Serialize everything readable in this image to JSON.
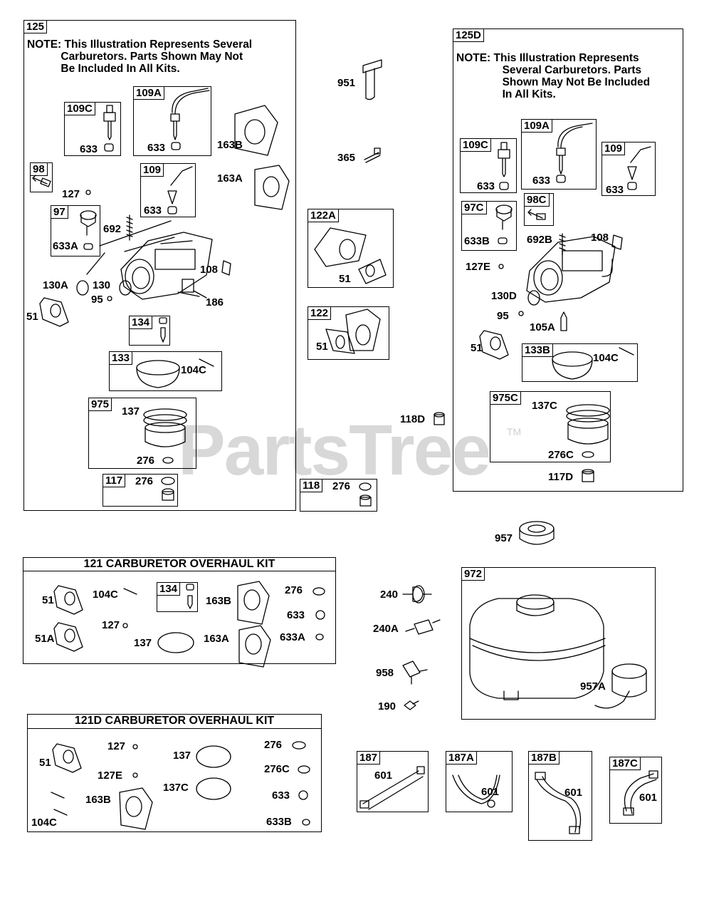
{
  "watermark": {
    "brand": "PartsTree",
    "tm": "TM"
  },
  "panels": {
    "p125": {
      "tag": "125",
      "note": "NOTE: This Illustration Represents Several\n           Carburetors. Parts Shown May Not\n           Be Included In All Kits."
    },
    "p125d": {
      "tag": "125D",
      "note": "NOTE: This Illustration Represents\n               Several Carburetors. Parts\n               Shown May Not Be Included\n               In All Kits."
    }
  },
  "kits": {
    "k121": {
      "title": "121 CARBURETOR OVERHAUL KIT"
    },
    "k121d": {
      "title": "121D CARBURETOR OVERHAUL KIT"
    }
  },
  "tags": {
    "t109c": "109C",
    "t109a": "109A",
    "t98": "98",
    "t109": "109",
    "t97": "97",
    "t134": "134",
    "t133": "133",
    "t975": "975",
    "t117": "117",
    "t122a": "122A",
    "t122": "122",
    "t118": "118",
    "t109c_d": "109C",
    "t109a_d": "109A",
    "t109_d": "109",
    "t98c": "98C",
    "t97c": "97C",
    "t133b": "133B",
    "t975c": "975C",
    "t134_kit": "134",
    "t972": "972",
    "t187": "187",
    "t187a": "187A",
    "t187b": "187B",
    "t187c": "187C"
  },
  "labels": {
    "l633_1": "633",
    "l633_2": "633",
    "l163b": "163B",
    "l163a": "163A",
    "l127": "127",
    "l633_3": "633",
    "l692": "692",
    "l633a": "633A",
    "l108": "108",
    "l130a": "130A",
    "l130": "130",
    "l95": "95",
    "l186": "186",
    "l51_1": "51",
    "l104c_1": "104C",
    "l137_1": "137",
    "l276_1": "276",
    "l276_2": "276",
    "l951": "951",
    "l365": "365",
    "l51_2": "51",
    "l51_3": "51",
    "l118d": "118D",
    "l276_3": "276",
    "l633_d1": "633",
    "l633_d2": "633",
    "l633_d3": "633",
    "l633b": "633B",
    "l692b": "692B",
    "l108_d": "108",
    "l127e": "127E",
    "l130d": "130D",
    "l95_d": "95",
    "l105a": "105A",
    "l51_d": "51",
    "l104c_d": "104C",
    "l137c": "137C",
    "l276c": "276C",
    "l117d": "117D",
    "k51": "51",
    "k104c": "104C",
    "k163b": "163B",
    "k276": "276",
    "k633": "633",
    "k51a": "51A",
    "k127": "127",
    "k137": "137",
    "k163a": "163A",
    "k633a": "633A",
    "d51": "51",
    "d127": "127",
    "d127e": "127E",
    "d137": "137",
    "d137c": "137C",
    "d276": "276",
    "d276c": "276C",
    "d163b": "163B",
    "d633": "633",
    "d104c": "104C",
    "d633b": "633B",
    "l957": "957",
    "l240": "240",
    "l240a": "240A",
    "l958": "958",
    "l190": "190",
    "l957a": "957A",
    "h601_1": "601",
    "h601_2": "601",
    "h601_3": "601",
    "h601_4": "601"
  }
}
